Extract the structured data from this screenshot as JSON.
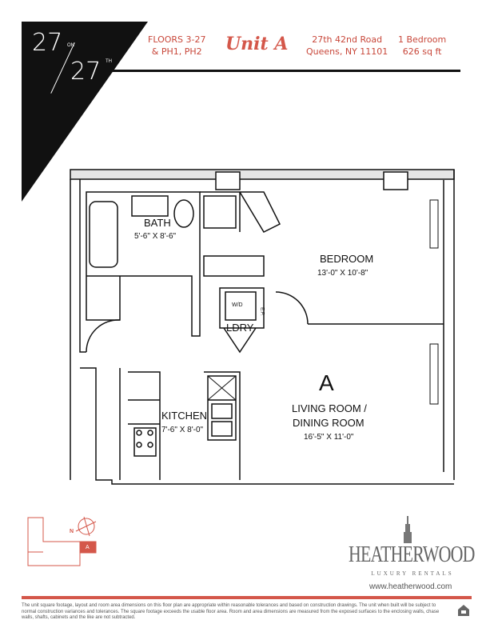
{
  "logo": {
    "num1": "27",
    "on": "ON",
    "num2": "27",
    "th": "TH"
  },
  "header": {
    "floors": [
      "FLOORS 3-27",
      "& PH1, PH2"
    ],
    "unit": "Unit A",
    "address": [
      "27th 42nd Road",
      "Queens, NY 11101"
    ],
    "specs": [
      "1 Bedroom",
      "626 sq ft"
    ]
  },
  "rooms": {
    "bath": {
      "name": "BATH",
      "dims": "5'-6\" X 8'-6\""
    },
    "bedroom": {
      "name": "BEDROOM",
      "dims": "13'-0\" X 10'-8\""
    },
    "laundry": {
      "name": "LDRY",
      "wd": "W/D",
      "ep": "E.P."
    },
    "kitchen": {
      "name": "KITCHEN",
      "dims": "7'-6\" X 8'-0\""
    },
    "living": {
      "unit_letter": "A",
      "name1": "LIVING ROOM /",
      "name2": "DINING ROOM",
      "dims": "16'-5\" X 11'-0\""
    }
  },
  "keyplan": {
    "north": "N",
    "unit": "A"
  },
  "brand": {
    "name": "HEATHERWOOD",
    "tagline": "LUXURY RENTALS",
    "website": "www.heatherwood.com"
  },
  "colors": {
    "accent": "#d4574a",
    "dark": "#111111"
  },
  "disclaimer": "The unit square footage, layout and room area dimensions on this floor plan are appropriate within reasonable tolerances and based on construction drawings. The unit when built will be subject to normal construction variances and tolerances. The square footage exceeds the usable floor area. Room and area dimensions are measured from the exposed surfaces to the enclosing walls, chase walls, shafts, cabinets and the like are not subtracted."
}
